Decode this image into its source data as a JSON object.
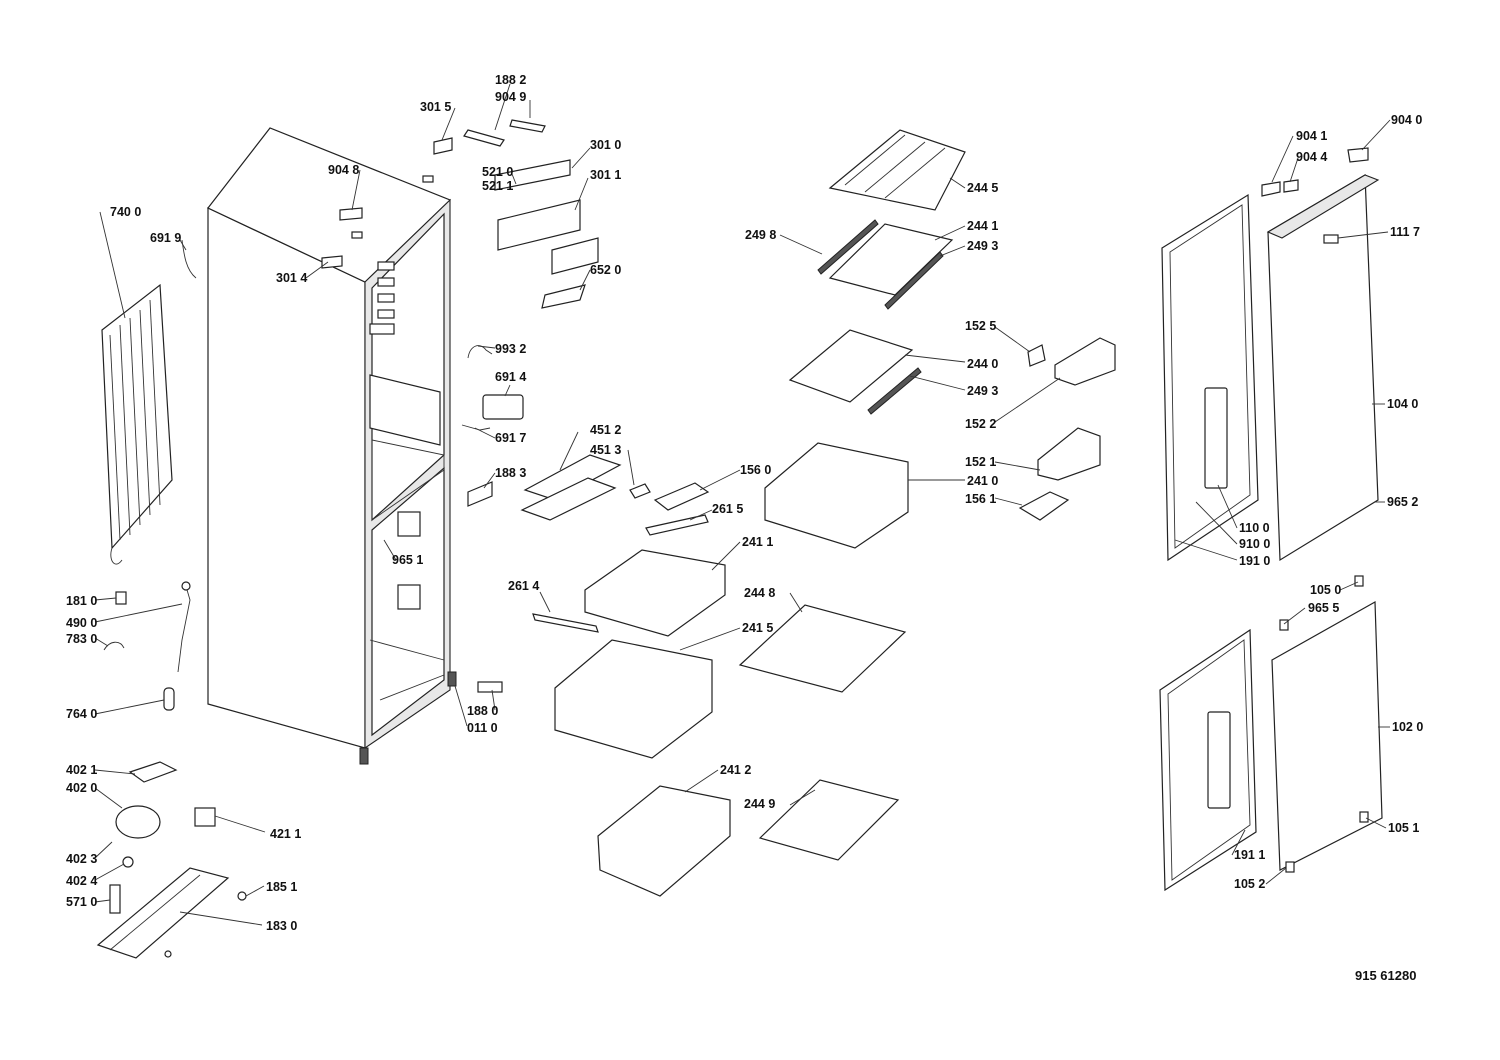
{
  "doc_number": "915 61280",
  "labels": {
    "p1882": "188 2",
    "p9049": "904 9",
    "p3015": "301 5",
    "p3010": "301 0",
    "p5210": "521 0",
    "p5211": "521 1",
    "p3011": "301 1",
    "p9048": "904 8",
    "p6520": "652 0",
    "p3014": "301 4",
    "p7400": "740 0",
    "p6919": "691 9",
    "p9932": "993 2",
    "p6914": "691 4",
    "p6917": "691 7",
    "p1883": "188 3",
    "p4512": "451 2",
    "p4513": "451 3",
    "p1560": "156 0",
    "p2615": "261 5",
    "p2411": "241 1",
    "p2614": "261 4",
    "p2415": "241 5",
    "p2412": "241 2",
    "p9651": "965 1",
    "p1810": "181 0",
    "p4900": "490 0",
    "p7830": "783 0",
    "p7640": "764 0",
    "p1880": "188 0",
    "p0110": "011 0",
    "p4021": "402 1",
    "p4020": "402 0",
    "p4211": "421 1",
    "p4023": "402 3",
    "p4024": "402 4",
    "p5710": "571 0",
    "p1851": "185 1",
    "p1830": "183 0",
    "p2445": "244 5",
    "p2498": "249 8",
    "p2441": "244 1",
    "p2493a": "249 3",
    "p2440": "244 0",
    "p2493b": "249 3",
    "p1525": "152 5",
    "p1522": "152 2",
    "p2410": "241 0",
    "p1521": "152 1",
    "p1561": "156 1",
    "p2448": "244 8",
    "p2449": "244 9",
    "p9041": "904 1",
    "p9044": "904 4",
    "p9040": "904 0",
    "p1117": "111 7",
    "p1040": "104 0",
    "p9652": "965 2",
    "p1100": "110 0",
    "p9100": "910 0",
    "p1910": "191 0",
    "p1050": "105 0",
    "p9655": "965 5",
    "p1020": "102 0",
    "p1051": "105 1",
    "p1911": "191 1",
    "p1052": "105 2"
  }
}
